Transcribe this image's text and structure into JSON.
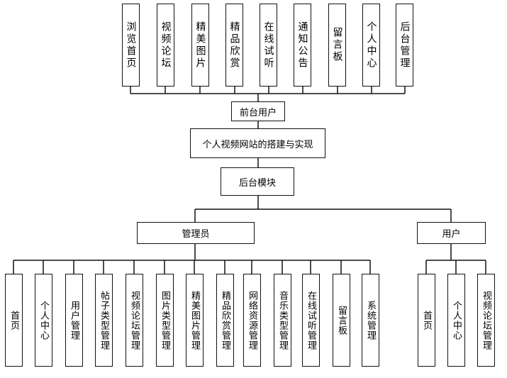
{
  "top_modules": [
    "浏览首页",
    "视频论坛",
    "精美图片",
    "精品欣赏",
    "在线试听",
    "通知公告",
    "留言板",
    "个人中心",
    "后台管理"
  ],
  "front_user": "前台用户",
  "system_title": "个人视频网站的搭建与实现",
  "backend_module": "后台模块",
  "roles": {
    "admin": "管理员",
    "user": "用户"
  },
  "admin_modules": [
    "首页",
    "个人中心",
    "用户管理",
    "帖子类型管理",
    "视频论坛管理",
    "图片类型管理",
    "精美图片管理",
    "精品欣赏管理",
    "网络资源管理",
    "音乐类型管理",
    "在线试听管理",
    "留言板",
    "系统管理"
  ],
  "user_modules": [
    "首页",
    "个人中心",
    "视频论坛管理"
  ]
}
